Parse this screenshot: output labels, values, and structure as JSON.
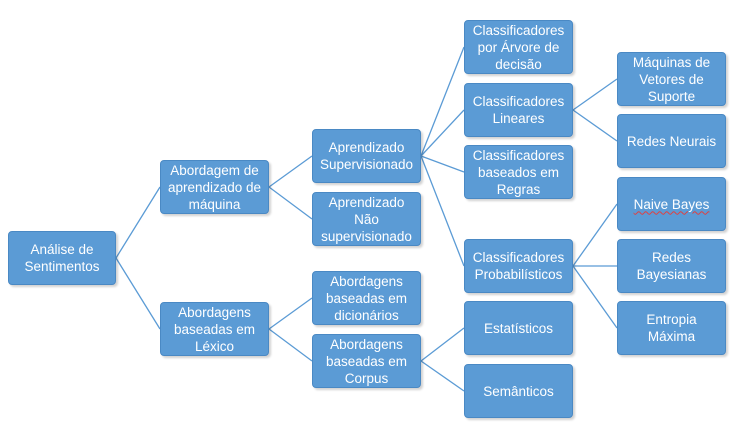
{
  "diagram": {
    "root": "Análise de\nSentimentos",
    "machine_learning": "Abordagem de\naprendizado de\nmáquina",
    "lexicon": "Abordagens\nbaseadas em\nLéxico",
    "supervised": "Aprendizado\nSupervisionado",
    "unsupervised": "Aprendizado\nNão\nsupervisionado",
    "dictionary": "Abordagens\nbaseadas em\ndicionários",
    "corpus": "Abordagens\nbaseadas em\nCorpus",
    "decision_tree": "Classificadores\npor Árvore de\ndecisão",
    "linear": "Classificadores\nLineares",
    "rule_based": "Classificadores\nbaseados em\nRegras",
    "probabilistic": "Classificadores\nProbabilísticos",
    "statistical": "Estatísticos",
    "semantic": "Semânticos",
    "svm": "Máquinas de\nVetores de\nSuporte",
    "neural_networks": "Redes Neurais",
    "naive_bayes": "Naive Bayes",
    "bayesian_networks": "Redes\nBayesianas",
    "max_entropy": "Entropia Máxima"
  },
  "colors": {
    "node_fill": "#5b9bd5",
    "node_border": "#4a89c4",
    "connector": "#5b9bd5",
    "text": "#ffffff"
  }
}
